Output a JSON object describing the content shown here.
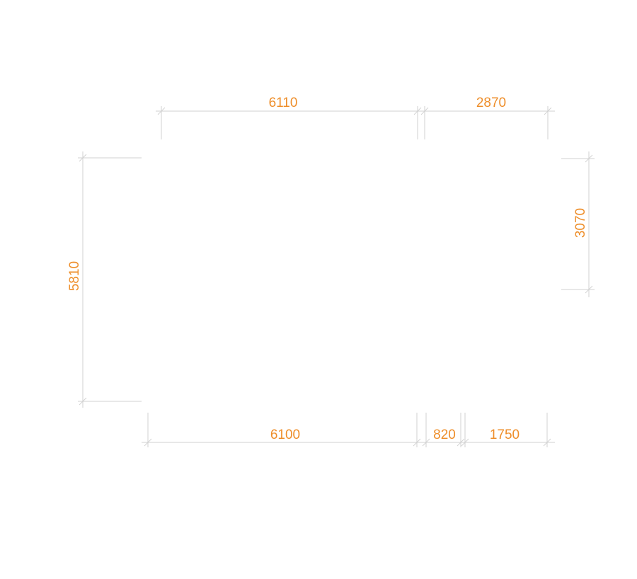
{
  "colors": {
    "dimension_text": "#ee8e2a",
    "dimension_line": "#d2d2d2",
    "background": "#ffffff"
  },
  "dimensions": {
    "top_left": "6110",
    "top_right": "2870",
    "left": "5810",
    "right": "3070",
    "bottom_left": "6100",
    "bottom_middle": "820",
    "bottom_right": "1750"
  }
}
